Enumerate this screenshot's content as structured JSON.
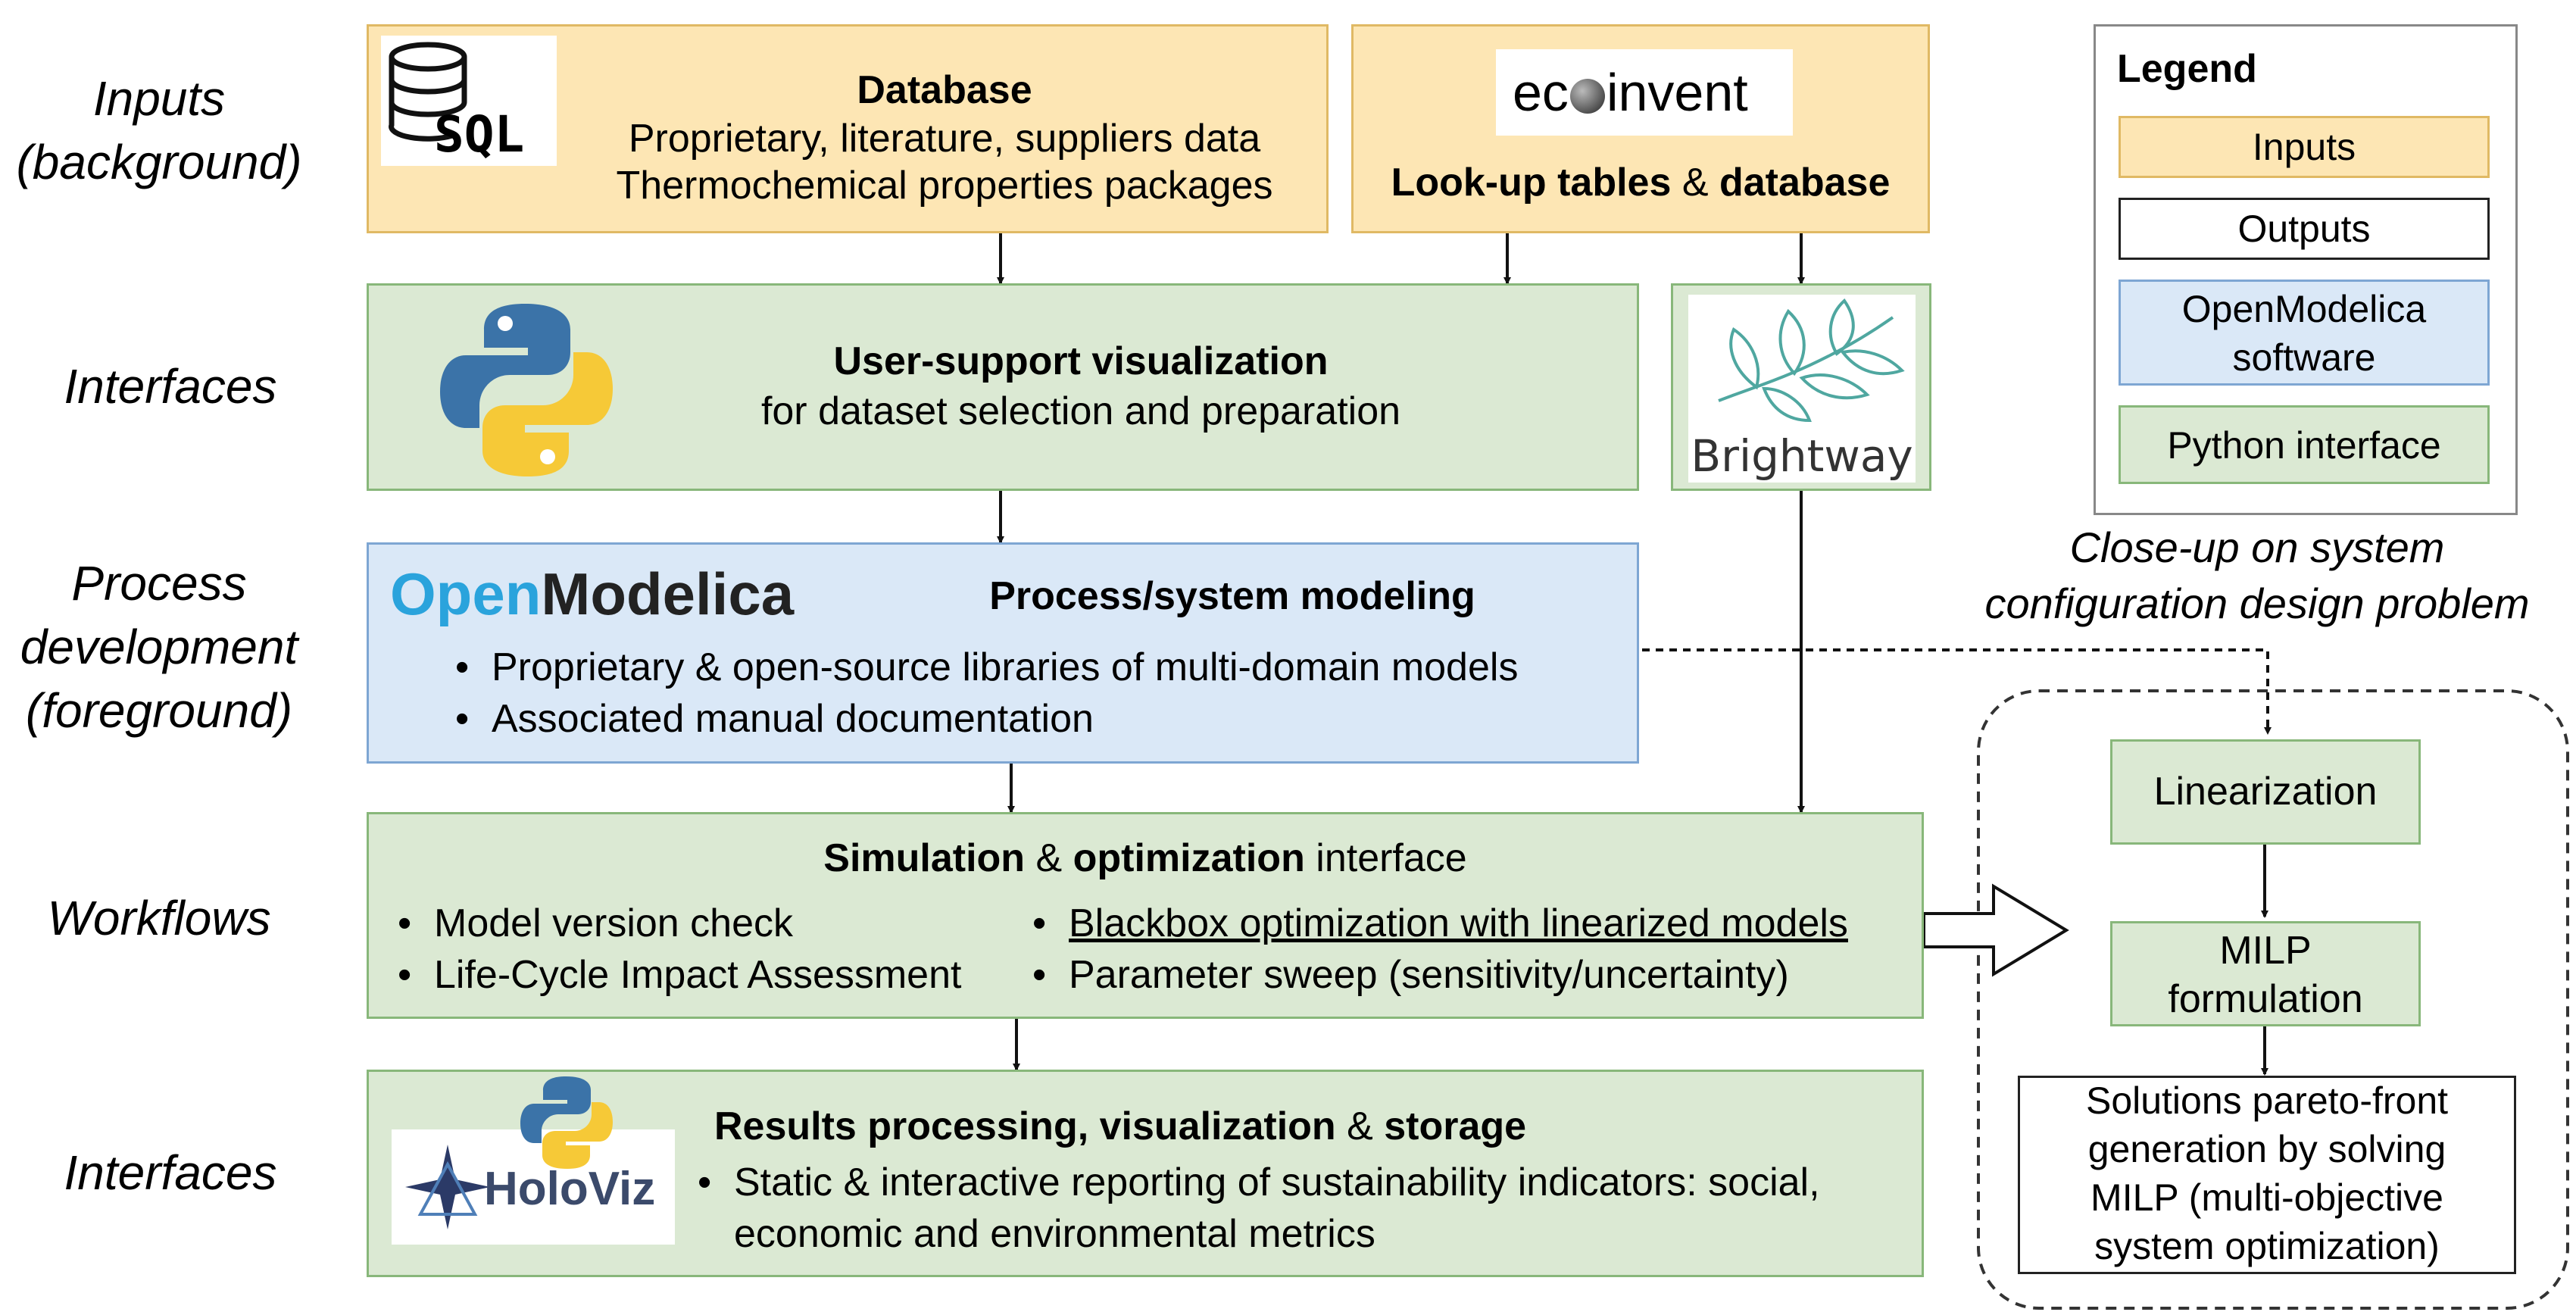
{
  "row_labels": {
    "inputs": [
      "Inputs",
      "(background)"
    ],
    "interfaces_top": "Interfaces",
    "process": [
      "Process",
      "development",
      "(foreground)"
    ],
    "workflows": "Workflows",
    "interfaces_bottom": "Interfaces"
  },
  "database_box": {
    "logo_text": "SQL",
    "title": "Database",
    "line1": "Proprietary, literature, suppliers data",
    "line2": "Thermochemical properties packages"
  },
  "ecoinvent_box": {
    "logo_left": "ec",
    "logo_right": "invent",
    "title_part1": "Look-up tables",
    "title_amp": " & ",
    "title_part2": "database"
  },
  "python_box": {
    "title": "User-support visualization",
    "subtitle": "for dataset selection and preparation"
  },
  "brightway_box": {
    "logo_text": "Brightway"
  },
  "openmodelica_box": {
    "logo_part1": "Open",
    "logo_part2": "Modelica",
    "title": "Process/system modeling",
    "bullets": [
      "Proprietary & open-source libraries of multi-domain models",
      "Associated manual documentation"
    ]
  },
  "workflow_box": {
    "title_b1": "Simulation",
    "title_amp": " & ",
    "title_b2": "optimization",
    "title_rest": " interface",
    "bullets_left": [
      "Model version check",
      "Life-Cycle Impact Assessment"
    ],
    "bullets_right": [
      "Blackbox optimization with linearized models",
      "Parameter sweep (sensitivity/uncertainty)"
    ]
  },
  "results_box": {
    "logo_text": "HoloViz",
    "title_b1": "Results processing, visualization",
    "title_amp": " & ",
    "title_b2": "storage",
    "bullet_line1": "Static & interactive reporting of sustainability indicators: social,",
    "bullet_line2": "economic and environmental metrics"
  },
  "legend": {
    "title": "Legend",
    "inputs": "Inputs",
    "outputs": "Outputs",
    "openmodelica": [
      "OpenModelica",
      "software"
    ],
    "python": "Python interface"
  },
  "closeup": {
    "heading": [
      "Close-up on system",
      "configuration design problem"
    ],
    "linearization": "Linearization",
    "milp": [
      "MILP",
      "formulation"
    ],
    "solutions": [
      "Solutions pareto-front",
      "generation by solving",
      "MILP (multi-objective",
      "system optimization)"
    ]
  },
  "colors": {
    "input_fill": "#fde6b4",
    "python_fill": "#dbe9d3",
    "openmodelica_fill": "#dae8f7",
    "output_fill": "#ffffff"
  }
}
